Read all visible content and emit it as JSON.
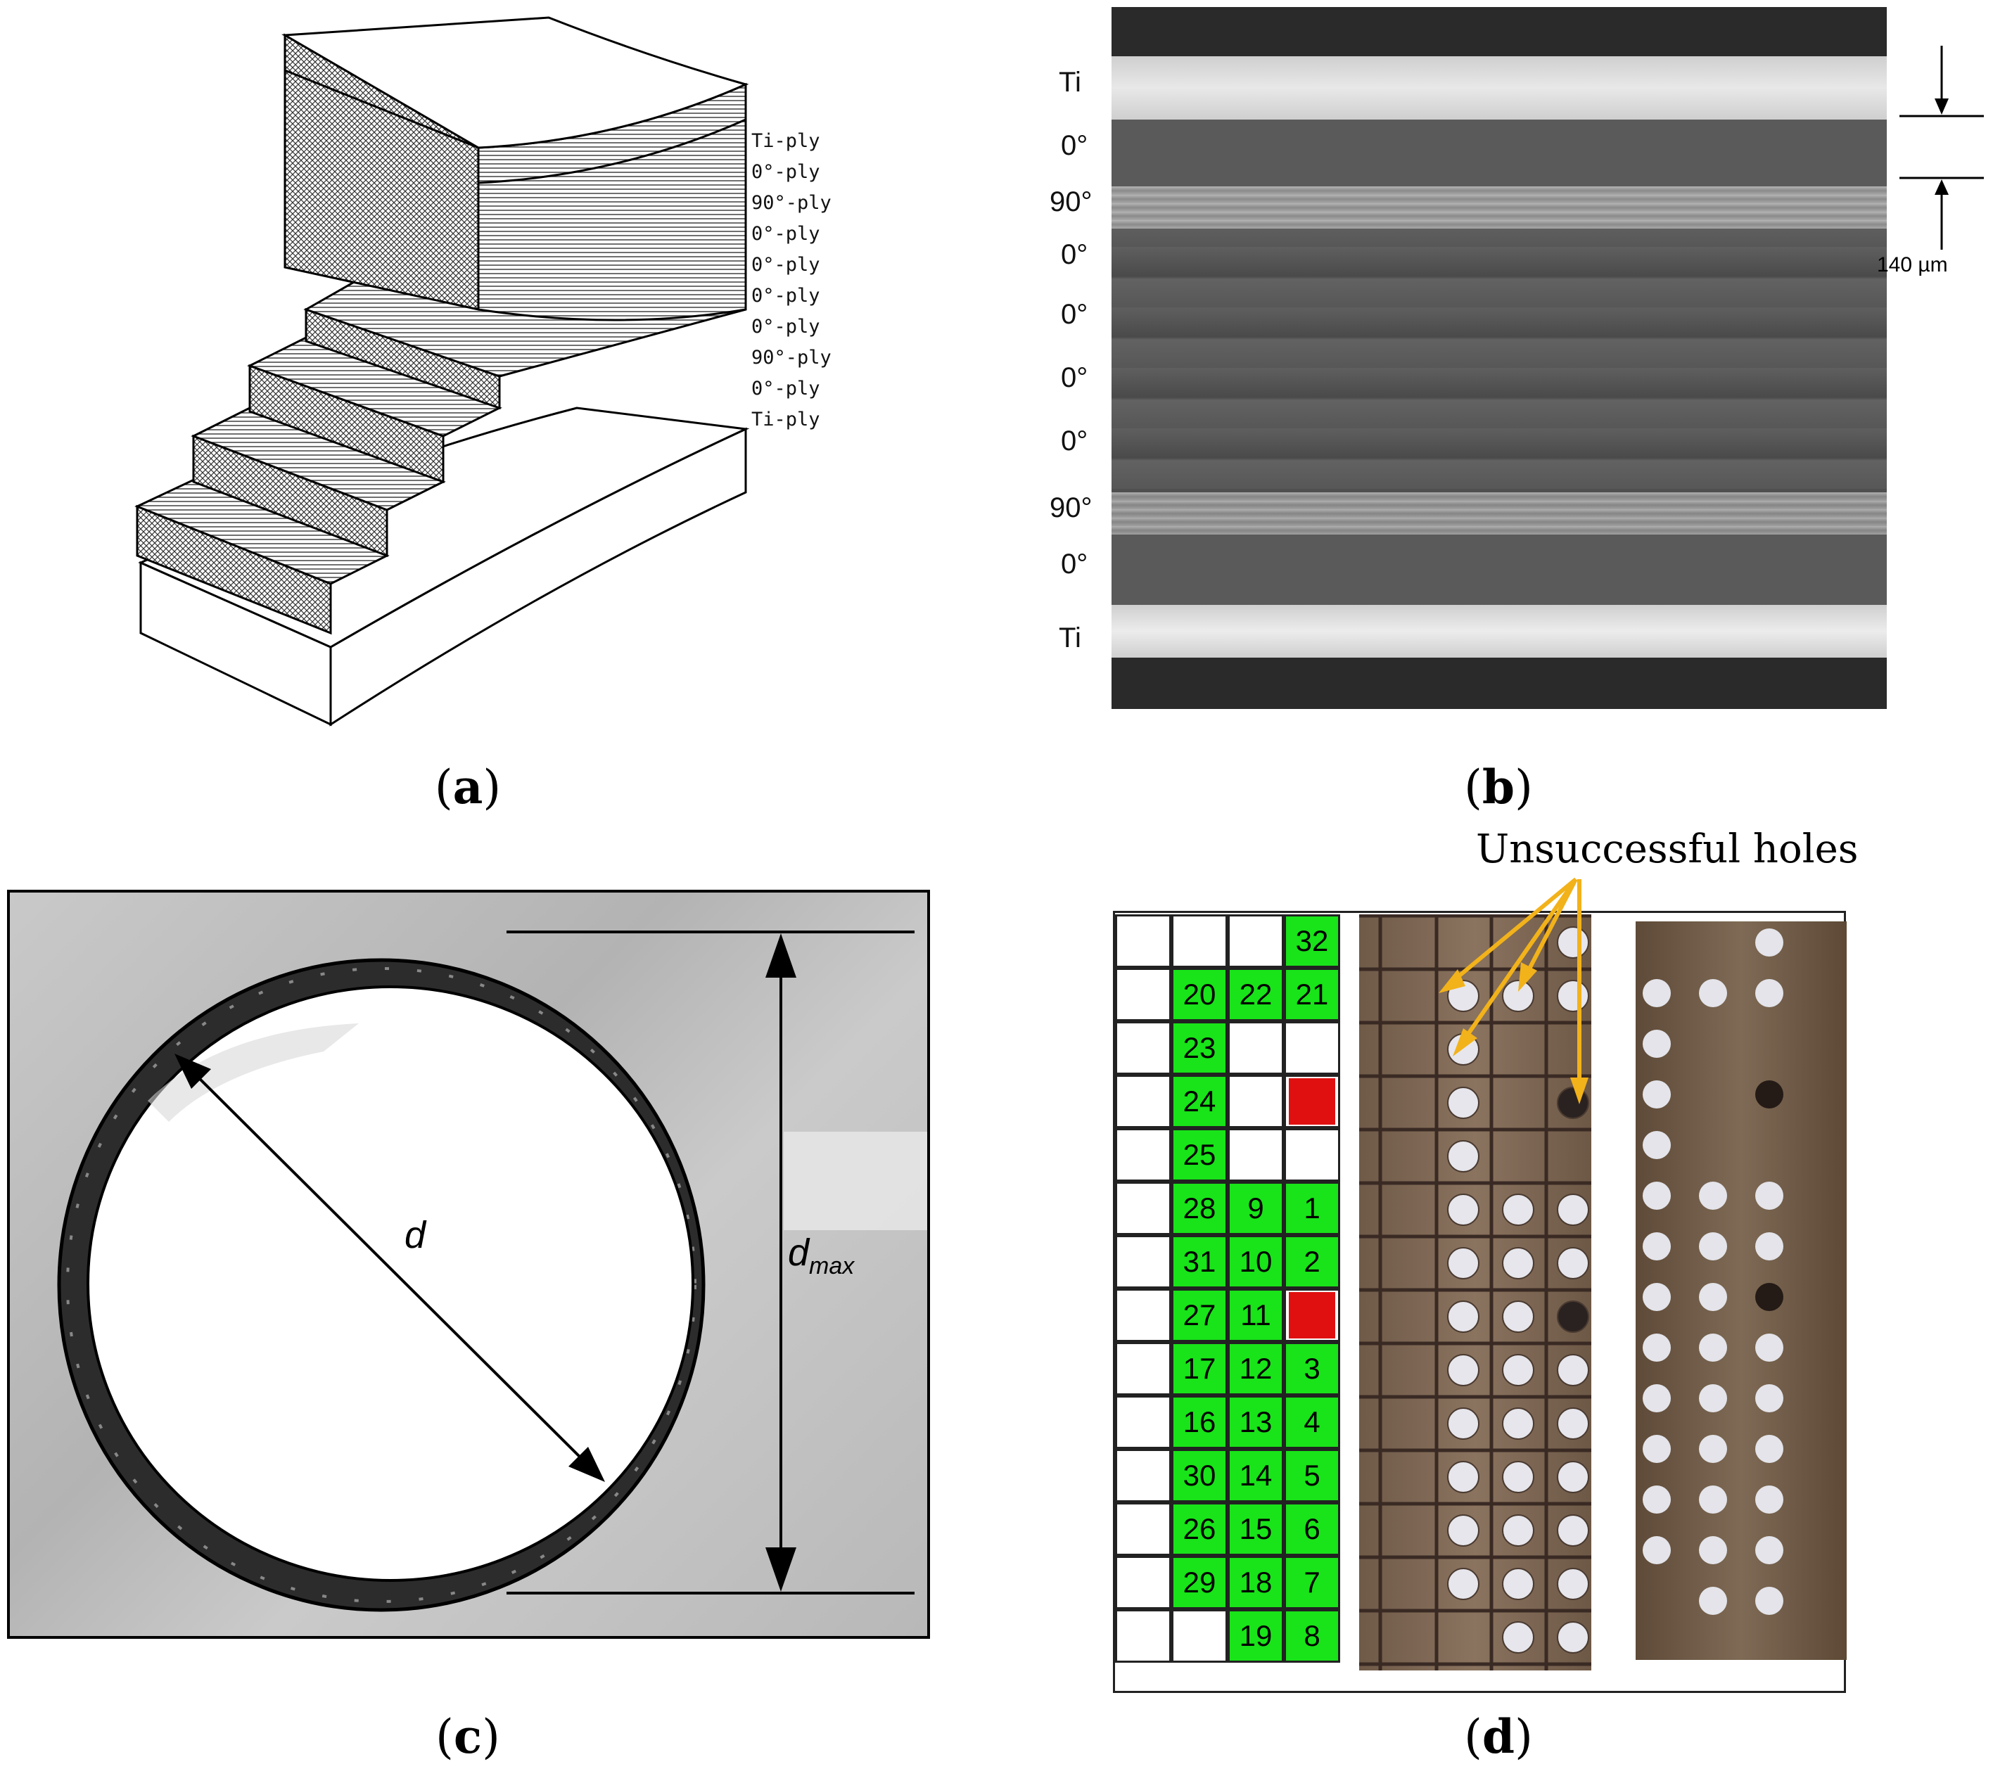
{
  "captions": {
    "a": "a",
    "b": "b",
    "c": "c",
    "d": "d"
  },
  "panel_a": {
    "ply_labels": [
      "Ti-ply",
      "0°-ply",
      "90°-ply",
      "0°-ply",
      "0°-ply",
      "0°-ply",
      "0°-ply",
      "90°-ply",
      "0°-ply",
      "Ti-ply"
    ]
  },
  "panel_b": {
    "layer_labels": [
      "Ti",
      "0°",
      "90°",
      "0°",
      "0°",
      "0°",
      "0°",
      "90°",
      "0°",
      "Ti"
    ],
    "scale_label": "140 µm"
  },
  "panel_c": {
    "d_label": "d",
    "dmax_main": "d",
    "dmax_sub": "max"
  },
  "panel_d": {
    "annotation": "Unsuccessful holes",
    "grid": [
      [
        "",
        "",
        "",
        "32"
      ],
      [
        "",
        "20",
        "22",
        "21"
      ],
      [
        "",
        "23",
        "",
        ""
      ],
      [
        "",
        "24",
        "",
        "R"
      ],
      [
        "",
        "25",
        "",
        ""
      ],
      [
        "",
        "28",
        "9",
        "1"
      ],
      [
        "",
        "31",
        "10",
        "2"
      ],
      [
        "",
        "27",
        "11",
        "R"
      ],
      [
        "",
        "17",
        "12",
        "3"
      ],
      [
        "",
        "16",
        "13",
        "4"
      ],
      [
        "",
        "30",
        "14",
        "5"
      ],
      [
        "",
        "26",
        "15",
        "6"
      ],
      [
        "",
        "29",
        "18",
        "7"
      ],
      [
        "",
        "",
        "19",
        "8"
      ]
    ],
    "colors": {
      "success": "#19e319",
      "failed": "#e01010",
      "arrow": "#f2b21a"
    }
  }
}
